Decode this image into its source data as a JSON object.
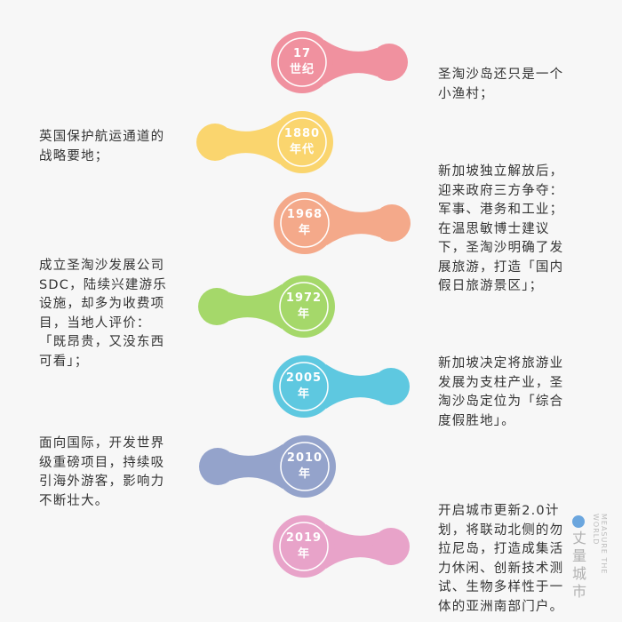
{
  "timeline": [
    {
      "label_line1": "17",
      "label_line2": "世纪",
      "color": "#f0919f",
      "side": "right",
      "text": "圣淘沙岛还只是一个\n小渔村；"
    },
    {
      "label_line1": "1880",
      "label_line2": "年代",
      "color": "#fad56e",
      "side": "left",
      "text": "英国保护航运通道的\n战略要地；"
    },
    {
      "label_line1": "1968",
      "label_line2": "年",
      "color": "#f4a98a",
      "side": "right",
      "text": "新加坡独立解放后，\n迎来政府三方争夺：\n军事、港务和工业；\n在温思敏博士建议\n下，圣淘沙明确了发\n展旅游，打造「国内\n假日旅游景区」；"
    },
    {
      "label_line1": "1972",
      "label_line2": "年",
      "color": "#a5d86a",
      "side": "left",
      "text": "成立圣淘沙发展公司\nSDC，陆续兴建游乐\n设施，却多为收费项\n目，当地人评价：\n「既昂贵，又没东西\n可看」；"
    },
    {
      "label_line1": "2005",
      "label_line2": "年",
      "color": "#5ec8e0",
      "side": "right",
      "text": "新加坡决定将旅游业\n发展为支柱产业，圣\n淘沙岛定位为「综合\n度假胜地」。"
    },
    {
      "label_line1": "2010",
      "label_line2": "年",
      "color": "#94a3cb",
      "side": "left",
      "text": "面向国际，开发世界\n级重磅项目，持续吸\n引海外游客，影响力\n不断壮大。"
    },
    {
      "label_line1": "2019",
      "label_line2": "年",
      "color": "#e8a3c9",
      "side": "right",
      "text": "开启城市更新2.0计\n划，将联动北侧的勿\n拉尼岛，打造成集活\n力休闲、创新技术测\n试、生物多样性于一\n体的亚洲南部门户。"
    }
  ],
  "watermark": {
    "cn": "丈量城市",
    "en": "MEASURE THE WORLD"
  }
}
